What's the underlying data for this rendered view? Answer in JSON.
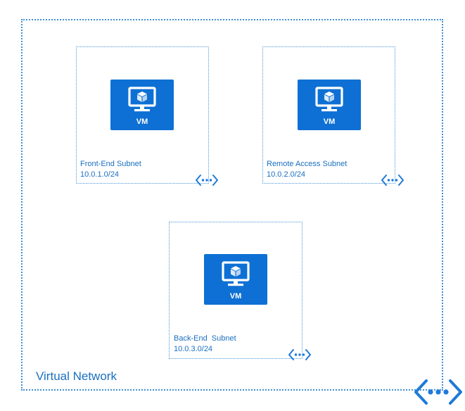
{
  "virtual_network": {
    "label": "Virtual Network",
    "icon": "network-peering-icon"
  },
  "subnets": [
    {
      "name": "Front-End Subnet",
      "cidr": "10.0.1.0/24",
      "vm_label": "VM"
    },
    {
      "name": "Remote Access Subnet",
      "cidr": "10.0.2.0/24",
      "vm_label": "VM"
    },
    {
      "name": "Back-End  Subnet",
      "cidr": "10.0.3.0/24",
      "vm_label": "VM"
    }
  ],
  "colors": {
    "vm_tile": "#0e70d4",
    "accent_text": "#1a6fc0",
    "dotted_border": "#3e8fd6"
  },
  "icons": {
    "vm": "vm-monitor-icon",
    "subnet": "subnet-icon"
  }
}
